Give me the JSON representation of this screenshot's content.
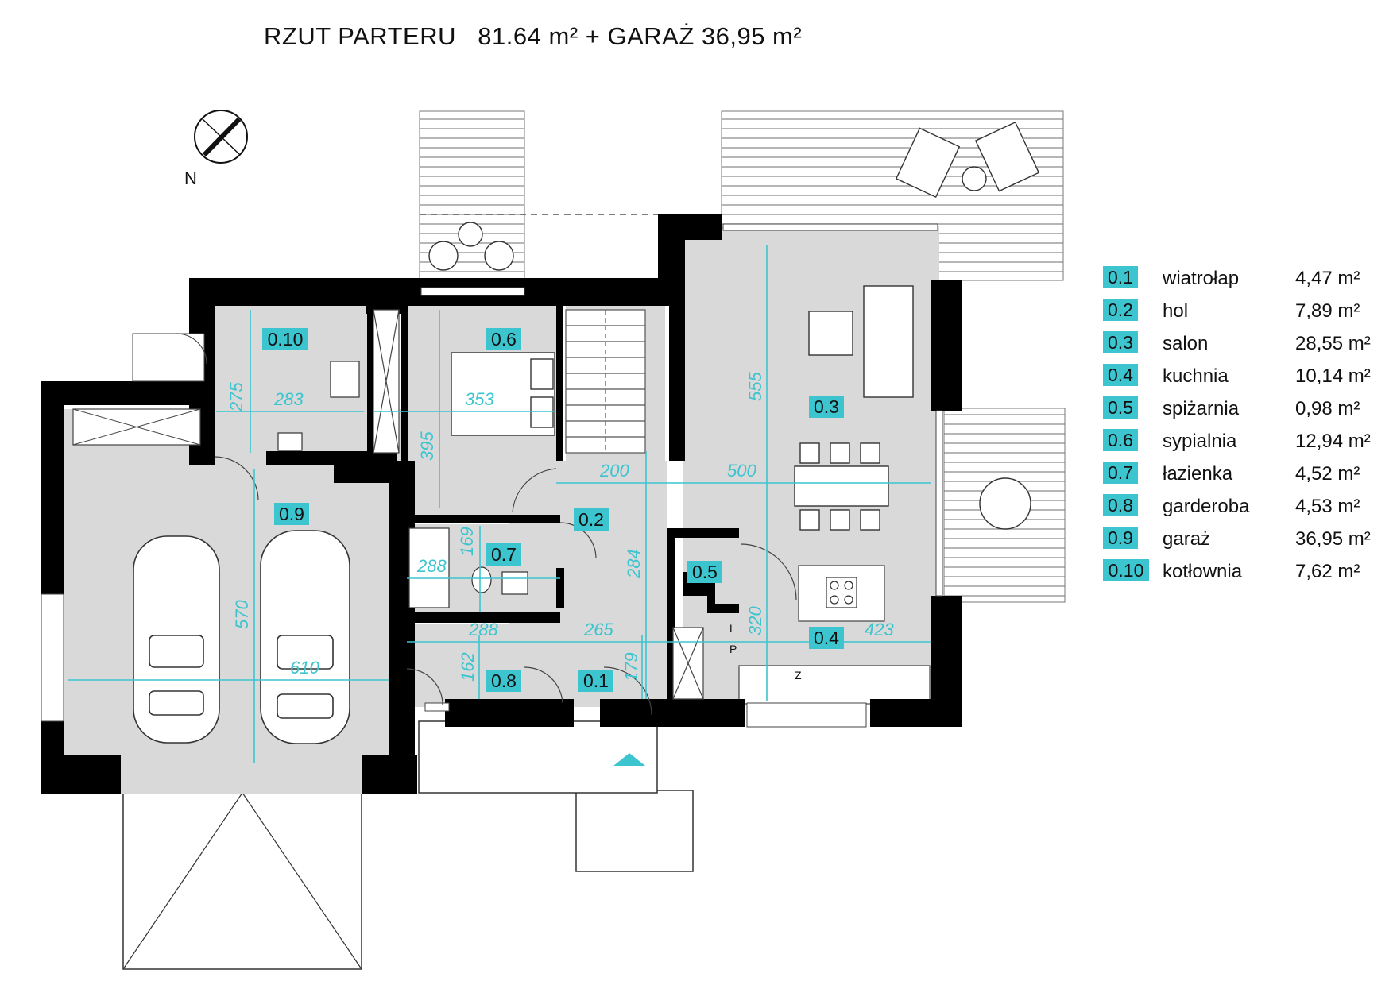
{
  "title": "RZUT PARTERU   81.64 m² + GARAŻ 36,95 m²",
  "north_label": "N",
  "colors": {
    "wall": "#000000",
    "floor": "#d9d9d9",
    "dimension": "#3cc4cf",
    "tag_fill": "#3cc4cf",
    "terrace_line": "#777777"
  },
  "rooms": [
    {
      "code": "0.1",
      "name": "wiatrołap",
      "area": "4,47 m²"
    },
    {
      "code": "0.2",
      "name": "hol",
      "area": "7,89 m²"
    },
    {
      "code": "0.3",
      "name": "salon",
      "area": "28,55 m²"
    },
    {
      "code": "0.4",
      "name": "kuchnia",
      "area": "10,14 m²"
    },
    {
      "code": "0.5",
      "name": "spiżarnia",
      "area": "0,98 m²"
    },
    {
      "code": "0.6",
      "name": "sypialnia",
      "area": "12,94 m²"
    },
    {
      "code": "0.7",
      "name": "łazienka",
      "area": "4,52 m²"
    },
    {
      "code": "0.8",
      "name": "garderoba",
      "area": "4,53 m²"
    },
    {
      "code": "0.9",
      "name": "garaż",
      "area": "36,95 m²"
    },
    {
      "code": "0.10",
      "name": "kotłownia",
      "area": "7,62 m²"
    }
  ],
  "dimensions": [
    "283",
    "275",
    "353",
    "395",
    "555",
    "200",
    "500",
    "288",
    "169",
    "284",
    "570",
    "610",
    "288",
    "265",
    "179",
    "162",
    "320",
    "423"
  ],
  "fixtures": {
    "stair_label": "L",
    "stair_label2": "P",
    "kitchen_mark": "Z"
  }
}
